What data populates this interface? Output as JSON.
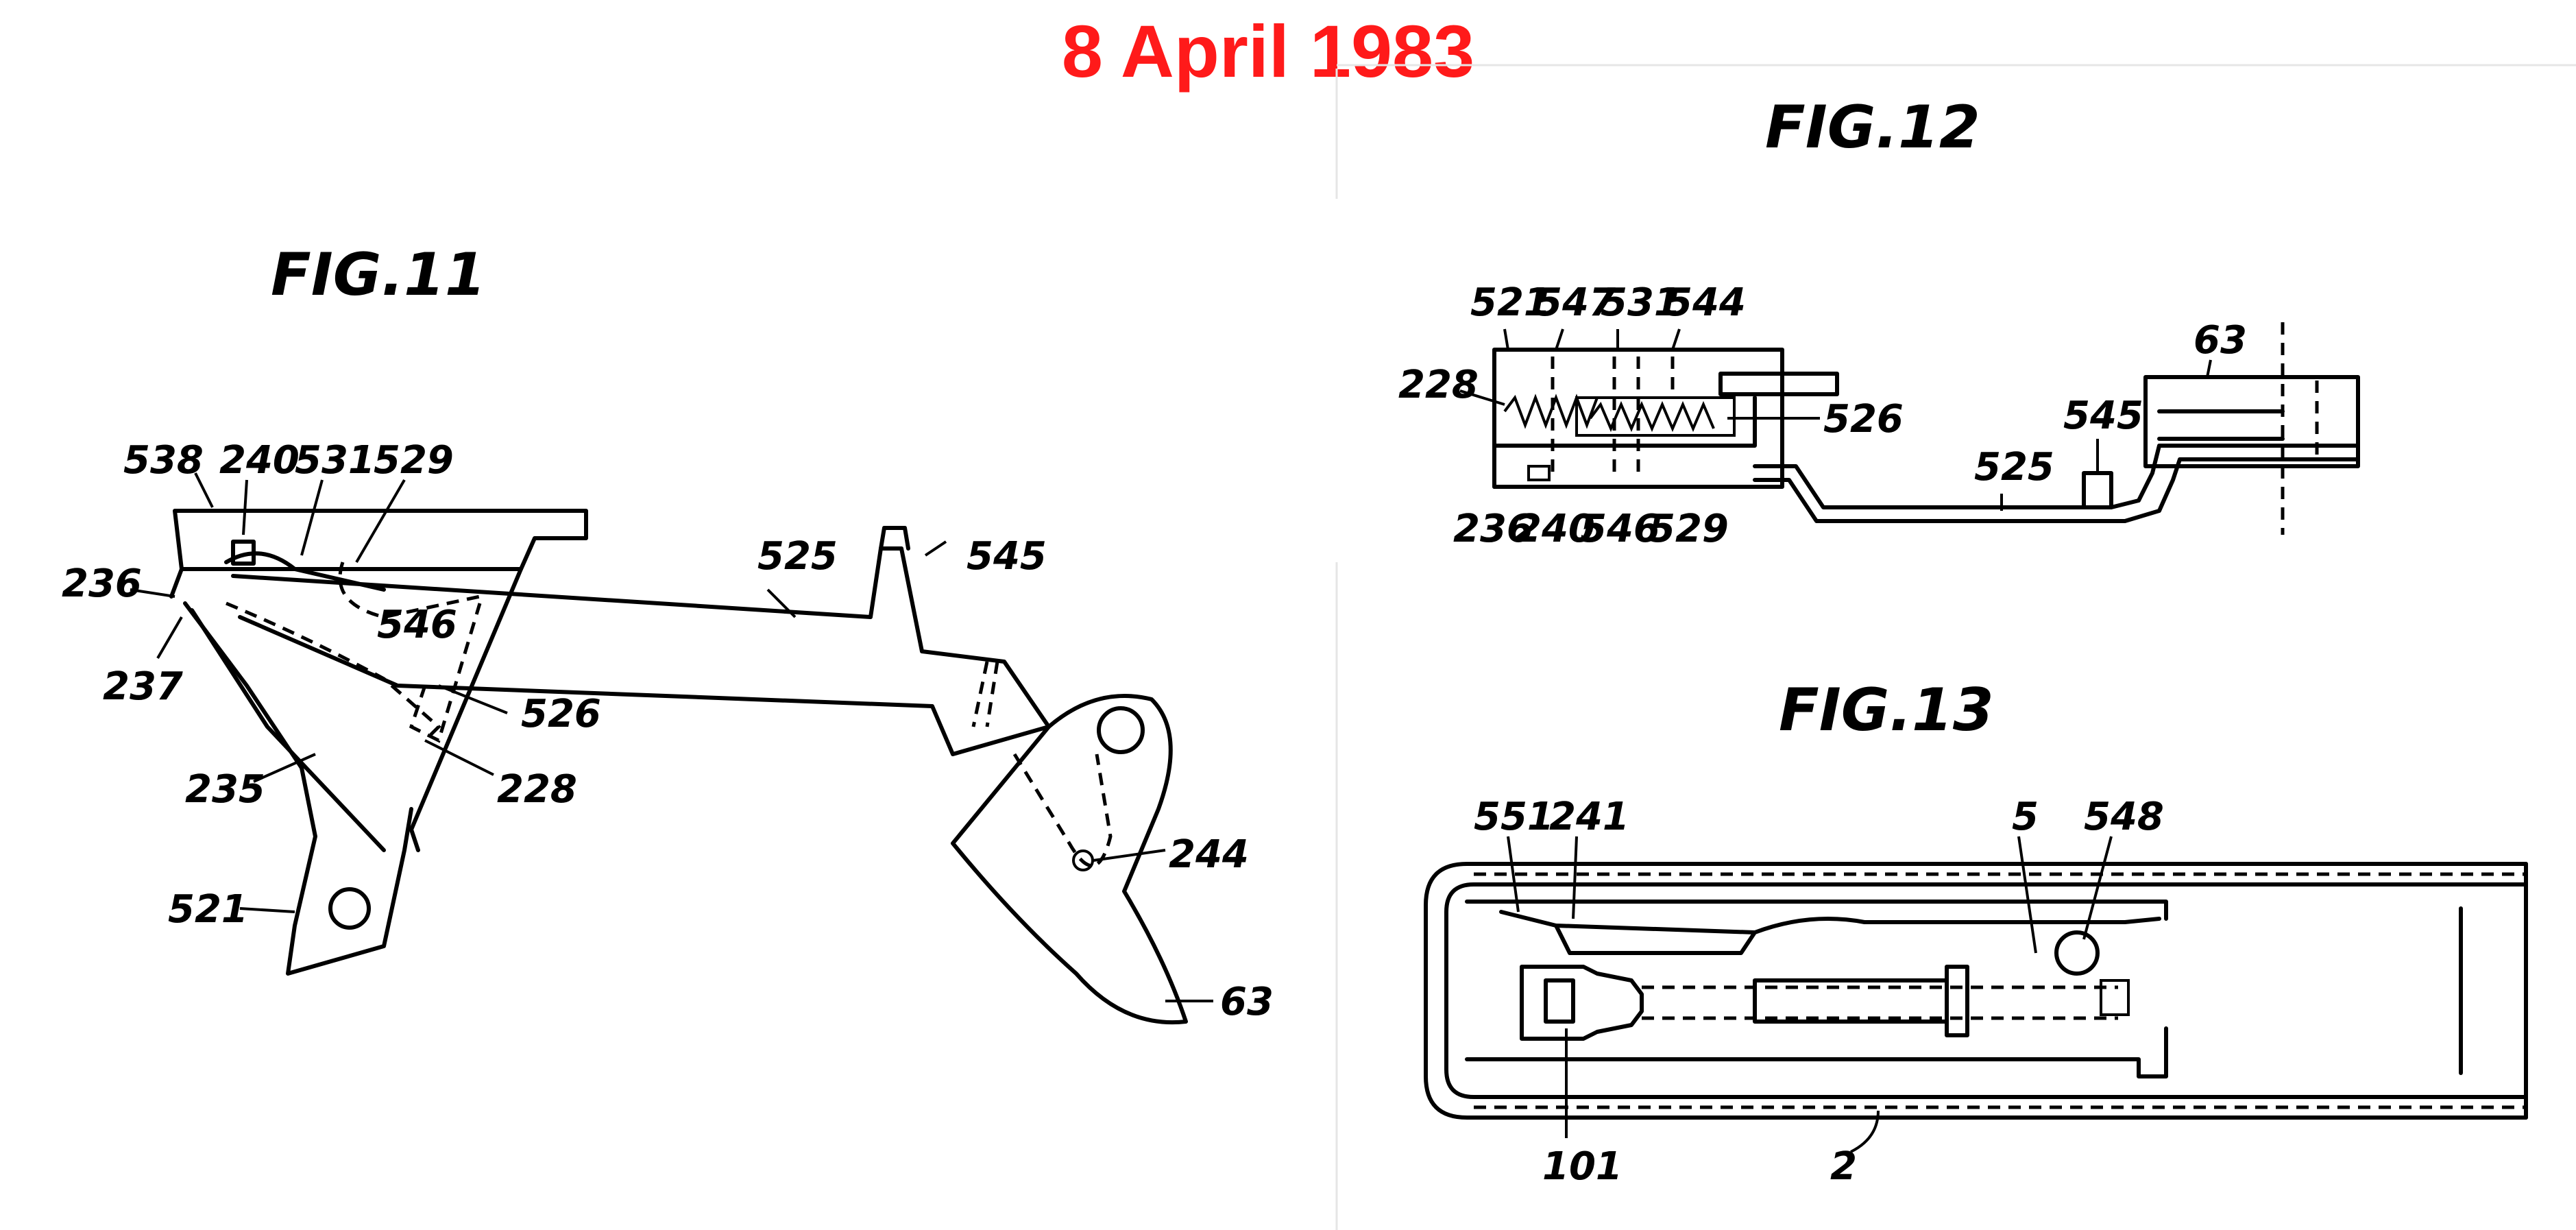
{
  "header": {
    "date": "8 April 1983",
    "color": "#ff1a1a"
  },
  "fig11": {
    "title": "FIG.11",
    "labels": {
      "l538": "538",
      "l240": "240",
      "l531": "531",
      "l529": "529",
      "l236": "236",
      "l237": "237",
      "l546": "546",
      "l525": "525",
      "l545": "545",
      "l526": "526",
      "l228": "228",
      "l235": "235",
      "l521": "521",
      "l244": "244",
      "l63": "63"
    }
  },
  "fig12": {
    "title": "FIG.12",
    "labels": {
      "l521": "521",
      "l547": "547",
      "l531": "531",
      "l544": "544",
      "l228": "228",
      "l526": "526",
      "l63": "63",
      "l545": "545",
      "l525": "525",
      "l236": "236",
      "l240": "240",
      "l546": "546",
      "l529": "529"
    }
  },
  "fig13": {
    "title": "FIG.13",
    "labels": {
      "l551": "551",
      "l241": "241",
      "l5": "5",
      "l548": "548",
      "l101": "101",
      "l2": "2"
    }
  }
}
